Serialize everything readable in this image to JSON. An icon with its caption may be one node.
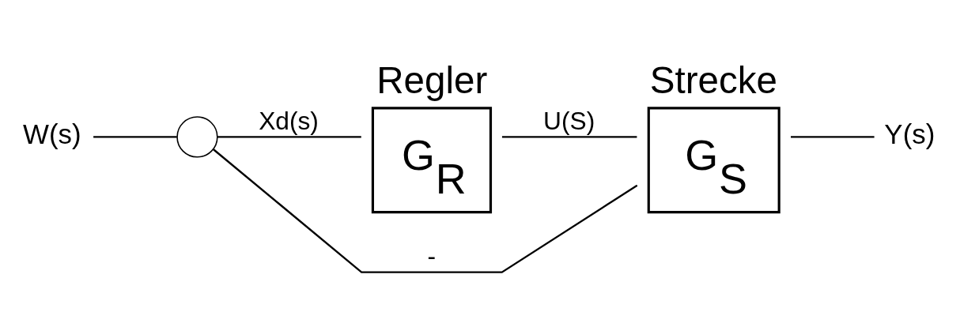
{
  "diagram": {
    "nodes": [
      {
        "text": [
          "W(s)"
        ]
      },
      {
        "text": [],
        "shape": "circle"
      },
      {
        "text": [
          "Regler",
          "G$_{R}$"
        ]
      },
      {
        "text": [
          "Strecke",
          "G$_{S}$"
        ]
      },
      {
        "text": [
          "Y(s)"
        ]
      }
    ],
    "edges": [
      {
        "from": 0,
        "to": 1,
        "arrow": "none"
      },
      {
        "from": 1,
        "to": 2,
        "arrow": "none",
        "label": "Xd(s)"
      },
      {
        "from": 2,
        "to": 3,
        "arrow": "none",
        "label": "U(S)"
      },
      {
        "from": 3,
        "to": 4,
        "arrow": "none"
      },
      {
        "from": 3,
        "to": 1,
        "arrow": "none",
        "label": "-"
      }
    ]
  }
}
